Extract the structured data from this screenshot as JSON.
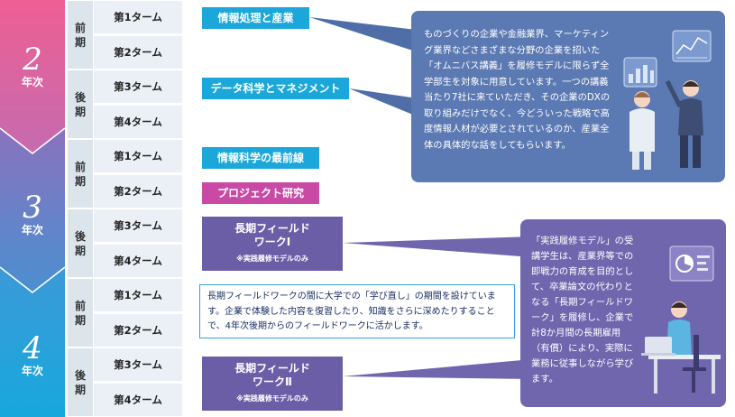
{
  "years": [
    {
      "num": "2",
      "kanji": "年次"
    },
    {
      "num": "3",
      "kanji": "年次"
    },
    {
      "num": "4",
      "kanji": "年次"
    }
  ],
  "halves": [
    {
      "label": [
        "前",
        "期"
      ]
    },
    {
      "label": [
        "後",
        "期"
      ]
    },
    {
      "label": [
        "前",
        "期"
      ]
    },
    {
      "label": [
        "後",
        "期"
      ]
    },
    {
      "label": [
        "前",
        "期"
      ]
    },
    {
      "label": [
        "後",
        "期"
      ]
    }
  ],
  "terms": [
    "第1ターム",
    "第2ターム",
    "第3ターム",
    "第4ターム",
    "第1ターム",
    "第2ターム",
    "第3ターム",
    "第4ターム",
    "第1ターム",
    "第2ターム",
    "第3ターム",
    "第4ターム"
  ],
  "courses": {
    "info_industry": "情報処理と産業",
    "data_science": "データ科学とマネジメント",
    "frontier": "情報科学の最前線",
    "project": "プロジェクト研究",
    "field1_l1": "長期フィールド",
    "field1_l2": "ワークⅠ",
    "field1_note": "※実践履修モデルのみ",
    "field2_l1": "長期フィールド",
    "field2_l2": "ワークⅡ",
    "field2_note": "※実践履修モデルのみ"
  },
  "info_box_1": "ものづくりの企業や金融業界、マーケティング業界などさまざまな分野の企業を招いた「オムニバス講義」を履修モデルに限らず全学部生を対象に用意しています。一つの講義当たり7社に来ていただき、その企業のDXの取り組みだけでなく、今どういった戦略で高度情報人材が必要とされているのか、産業全体の具体的な話をしてもらいます。",
  "callout": "長期フィールドワークの間に大学での「学び直し」の期間を設けています。企業で体験した内容を復習したり、知識をさらに深めたりすることで、4年次後期からのフィールドワークに活かします。",
  "info_box_2": "「実践履修モデル」の受講学生は、産業界等での即戦力の育成を目的として、卒業論文の代わりとなる「長期フィールドワーク」を履修し、企業で計8か月間の長期雇用（有償）により、実際に業務に従事しながら学びます。",
  "colors": {
    "year2": "#e64f8f",
    "year3": "#6d7fc4",
    "year4": "#1fa5db",
    "cyan": "#1ba7d9",
    "pink": "#c94aa5",
    "box1": "#5b79b2",
    "box2": "#6f66ae"
  },
  "illustrations": [
    "people-with-charts-illustration",
    "person-at-laptop-illustration"
  ]
}
